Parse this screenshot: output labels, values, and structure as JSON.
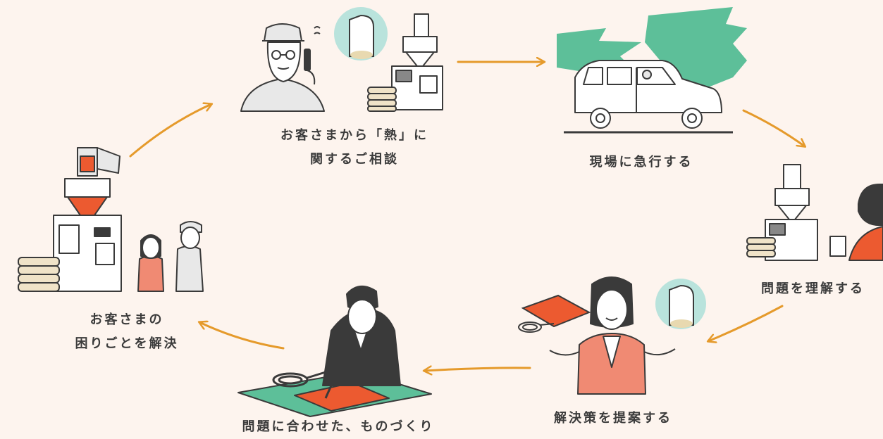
{
  "steps": [
    {
      "id": "consult",
      "line1": "お客さまから「熱」に",
      "line2": "関するご相談"
    },
    {
      "id": "rush",
      "line1": "現場に急行する"
    },
    {
      "id": "understand",
      "line1": "問題を理解する"
    },
    {
      "id": "propose",
      "line1": "解決策を提案する"
    },
    {
      "id": "make",
      "line1": "問題に合わせた、ものづくり"
    },
    {
      "id": "solve",
      "line1": "お客さまの",
      "line2": "困りごとを解決"
    }
  ],
  "colors": {
    "background": "#fdf4ee",
    "arrow": "#e59a2b",
    "accent_red": "#ec5a30",
    "accent_green": "#5dbf99",
    "pipe_teal": "#b9e3dc",
    "line": "#3a3a3a"
  },
  "icons": [
    "phone-call-worker-icon",
    "nozzle-closeup-icon",
    "machine-with-bags-icon",
    "van-on-road-icon",
    "clipboard-inspector-icon",
    "presenter-woman-icon",
    "heater-mat-icon",
    "craftsman-cutting-icon",
    "solved-machine-with-people-icon"
  ]
}
